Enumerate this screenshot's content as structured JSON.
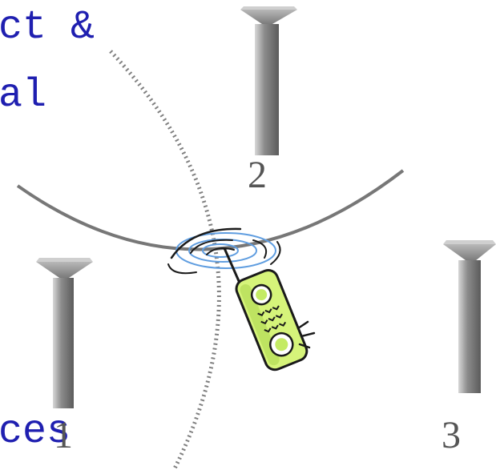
{
  "colors": {
    "text_accent": "#1f1fb0",
    "arc": "#777777",
    "dotted": "#808080",
    "tower_body": "#9a9a9a",
    "phone_body": "#d6f47a",
    "phone_outline": "#1a1a1a",
    "signal_wave": "#5f9de0"
  },
  "text_fragments": {
    "line1": "ct &",
    "line2": "al",
    "line3": "ces"
  },
  "towers": [
    {
      "label": "2",
      "icon": "cell-tower-icon"
    },
    {
      "label": "1",
      "icon": "cell-tower-icon"
    },
    {
      "label": "3",
      "icon": "cell-tower-icon"
    }
  ],
  "device": {
    "icon": "mobile-phone-icon",
    "signal_icon": "signal-waves-icon"
  }
}
